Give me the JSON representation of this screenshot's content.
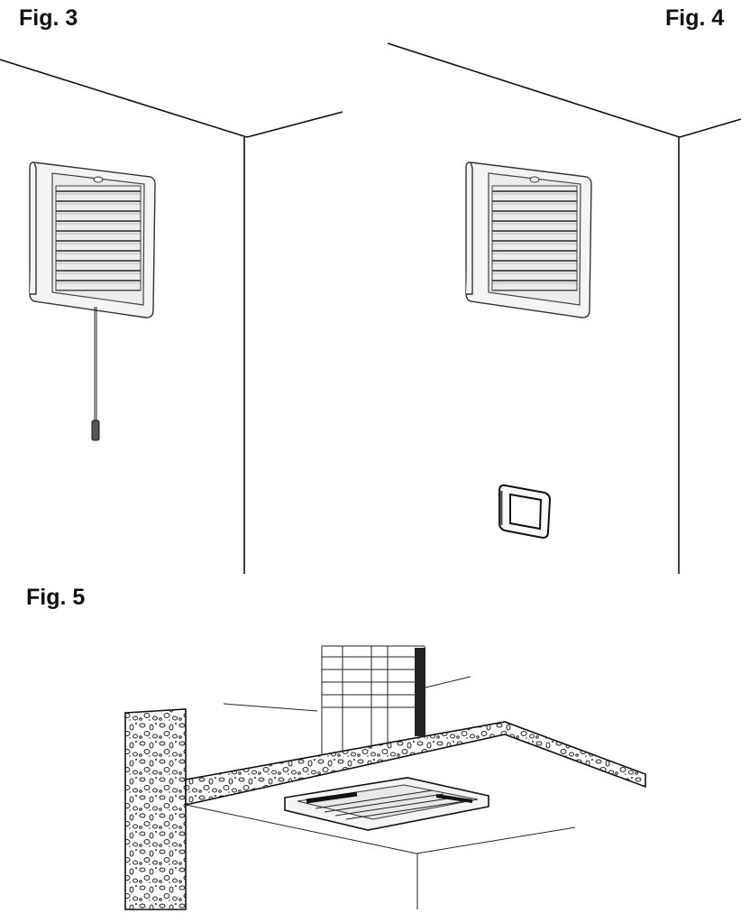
{
  "figures": {
    "fig3": {
      "label": "Fig. 3"
    },
    "fig4": {
      "label": "Fig. 4"
    },
    "fig5": {
      "label": "Fig. 5"
    }
  }
}
